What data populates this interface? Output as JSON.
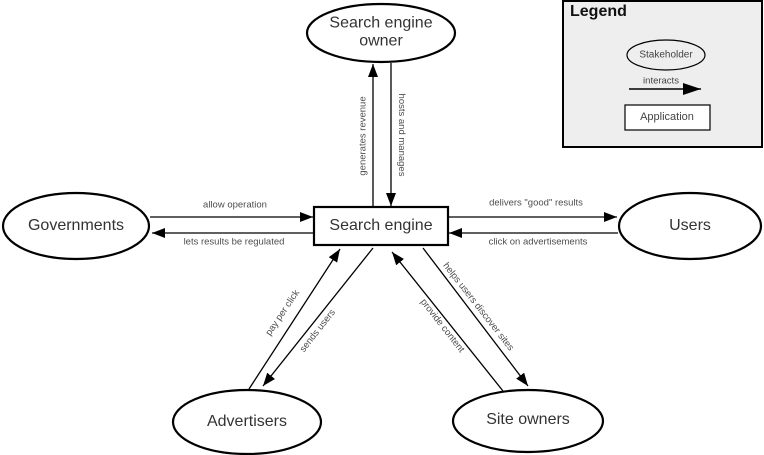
{
  "colors": {
    "background": "#ffffff",
    "stroke": "#000000",
    "node_fill": "#ffffff",
    "node_text": "#333333",
    "edge_label_text": "#4d4d4d",
    "legend_background": "#eeeeee"
  },
  "nodes": {
    "search_engine_owner": "Search engine owner",
    "governments": "Governments",
    "users": "Users",
    "advertisers": "Advertisers",
    "site_owners": "Site owners",
    "search_engine": "Search engine"
  },
  "edges": {
    "generates_revenue": {
      "label": "generates revenue",
      "from": "Search engine",
      "to": "Search engine owner"
    },
    "hosts_and_manages": {
      "label": "hosts and manages",
      "from": "Search engine owner",
      "to": "Search engine"
    },
    "allow_operation": {
      "label": "allow operation",
      "from": "Governments",
      "to": "Search engine"
    },
    "lets_results_be_regulated": {
      "label": "lets results be regulated",
      "from": "Search engine",
      "to": "Governments"
    },
    "delivers_good_results": {
      "label": "delivers \"good\" results",
      "from": "Search engine",
      "to": "Users"
    },
    "click_on_advertisements": {
      "label": "click on advertisements",
      "from": "Users",
      "to": "Search engine"
    },
    "pay_per_click": {
      "label": "pay per click",
      "from": "Advertisers",
      "to": "Search engine"
    },
    "sends_users": {
      "label": "sends users",
      "from": "Search engine",
      "to": "Advertisers"
    },
    "provide_content": {
      "label": "provide content",
      "from": "Site owners",
      "to": "Search engine"
    },
    "helps_users_discover_sites": {
      "label": "helps users discover sites",
      "from": "Search engine",
      "to": "Site owners"
    }
  },
  "legend": {
    "title": "Legend",
    "stakeholder": "Stakeholder",
    "interacts": "interacts",
    "application": "Application"
  }
}
